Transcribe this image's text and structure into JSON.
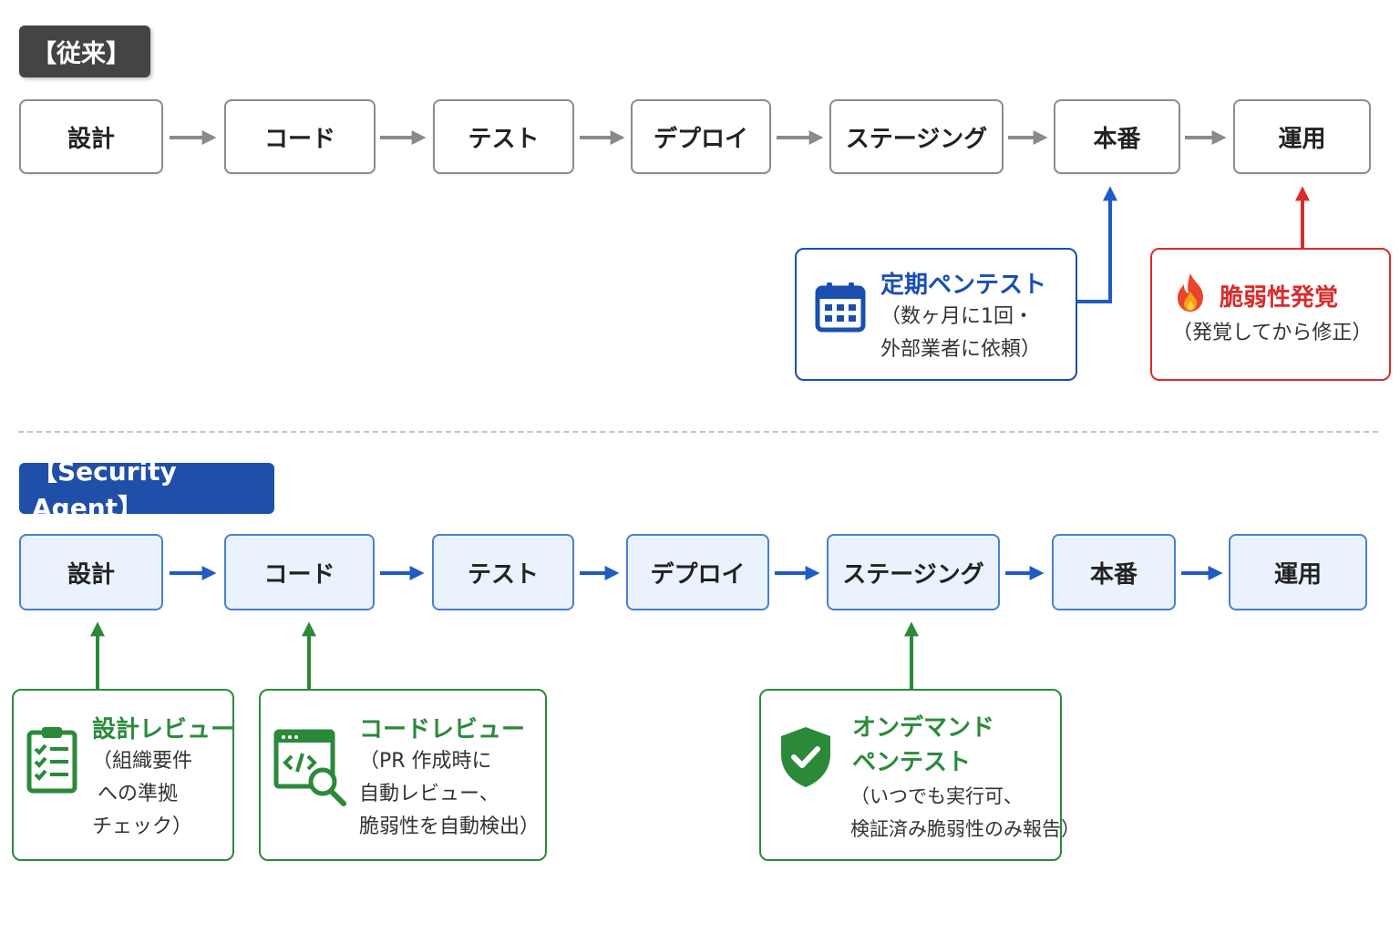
{
  "traditional": {
    "label": "【従来】",
    "steps": [
      "設計",
      "コード",
      "テスト",
      "デプロイ",
      "ステージング",
      "本番",
      "運用"
    ],
    "pentest_note": {
      "title": "定期ペンテスト",
      "lines": [
        "（数ヶ月に1回・",
        "外部業者に依頼）"
      ],
      "icon": "calendar-icon",
      "color": "#1a4fb0"
    },
    "vuln_note": {
      "title": "脆弱性発覚",
      "lines": [
        "（発覚してから修正）"
      ],
      "icon": "fire-icon",
      "color": "#d92c2c"
    }
  },
  "agent": {
    "label": "【Security Agent】",
    "steps": [
      "設計",
      "コード",
      "テスト",
      "デプロイ",
      "ステージング",
      "本番",
      "運用"
    ],
    "design_review": {
      "title": "設計レビュー",
      "lines": [
        "（組織要件",
        "への準拠",
        "チェック）"
      ],
      "icon": "clipboard-checklist-icon"
    },
    "code_review": {
      "title": "コードレビュー",
      "lines": [
        "（PR 作成時に",
        "自動レビュー、",
        "脆弱性を自動検出）"
      ],
      "icon": "code-search-icon"
    },
    "ondemand": {
      "title_lines": [
        "オンデマンド",
        "ペンテスト"
      ],
      "lines": [
        "（いつでも実行可、",
        "検証済み脆弱性のみ報告）"
      ],
      "icon": "shield-check-icon"
    },
    "color": "#2a8a3a"
  },
  "colors": {
    "gray_arrow": "#8a8a8a",
    "blue_arrow": "#1f5cc4",
    "green_arrow": "#2a8a3a",
    "red_arrow": "#d92c2c"
  }
}
